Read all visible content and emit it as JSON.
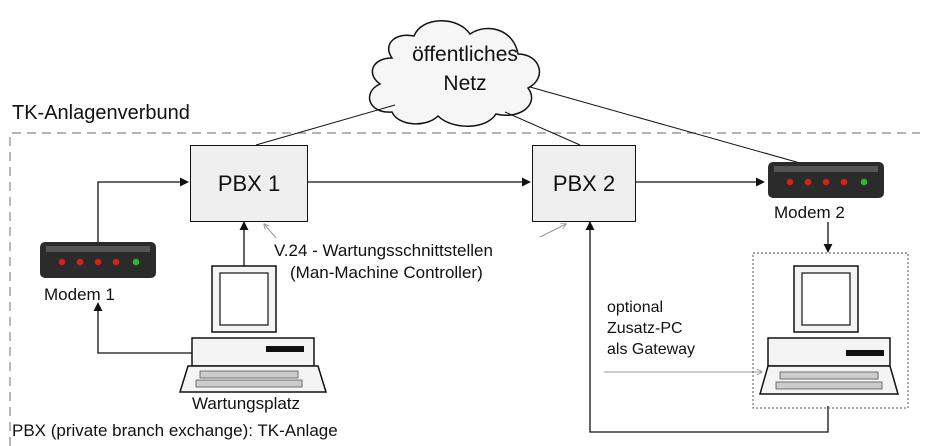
{
  "cloud": {
    "line1": "öffentliches",
    "line2": "Netz"
  },
  "region_title": "TK-Anlagenverbund",
  "pbx1": "PBX 1",
  "pbx2": "PBX 2",
  "modem1": "Modem 1",
  "modem2": "Modem 2",
  "interface_label": {
    "line1": "V.24 - Wartungsschnittstellen",
    "line2": "(Man-Machine Controller)"
  },
  "workstation_label": "Wartungsplatz",
  "gateway_label": {
    "line1": "optional",
    "line2": "Zusatz-PC",
    "line3": "als Gateway"
  },
  "footnote": "PBX (private branch exchange): TK-Anlage",
  "colors": {
    "led_red": "#d42020",
    "led_green": "#2fb52f",
    "box_fill": "#efefef",
    "dashed": "#888888"
  }
}
